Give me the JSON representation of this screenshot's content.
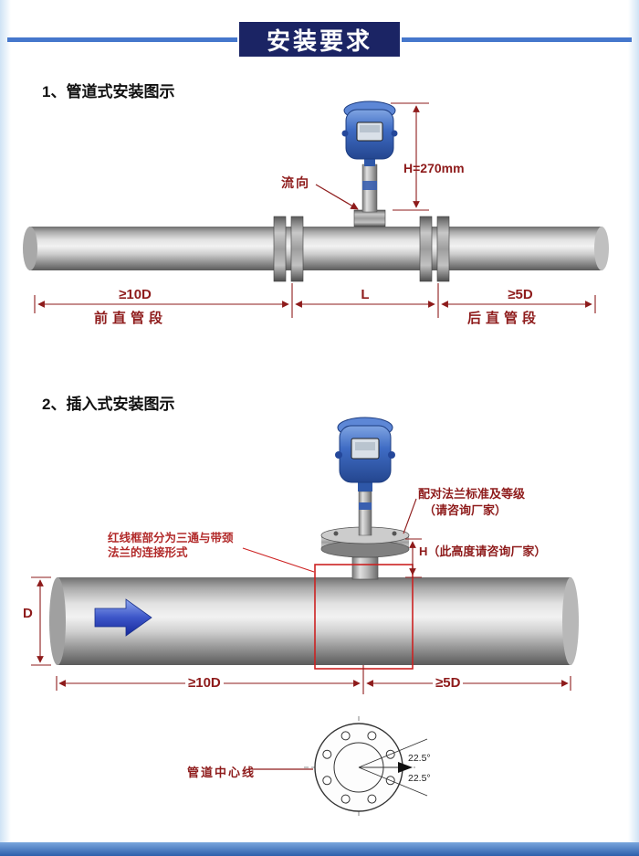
{
  "header": {
    "title": "安装要求"
  },
  "section1": {
    "heading": "1、管道式安装图示",
    "flow_direction": "流向",
    "height_dim": "H=270mm",
    "dim_front": "≥10D",
    "dim_front_label": "前直管段",
    "dim_middle": "L",
    "dim_rear": "≥5D",
    "dim_rear_label": "后直管段"
  },
  "section2": {
    "heading": "2、插入式安装图示",
    "flange_note_1": "配对法兰标准及等级",
    "flange_note_2": "（请咨询厂家）",
    "height_note": "H（此高度请咨询厂家）",
    "redbox_note_1": "红线框部分为三通与带颈",
    "redbox_note_2": "法兰的连接形式",
    "dim_diameter": "D",
    "dim_front": "≥10D",
    "dim_rear": "≥5D",
    "centerline_label": "管道中心线",
    "angle_upper": "22.5°",
    "angle_lower": "22.5°"
  },
  "colors": {
    "annotation_red": "#8e1b1b",
    "note_red": "#b22a2a",
    "box_red": "#cc2222",
    "header_navy": "#1b2464",
    "line_blue": "#4577cc",
    "footer_blue": "#2d5fab",
    "meter_blue": "#3f6cc4"
  }
}
